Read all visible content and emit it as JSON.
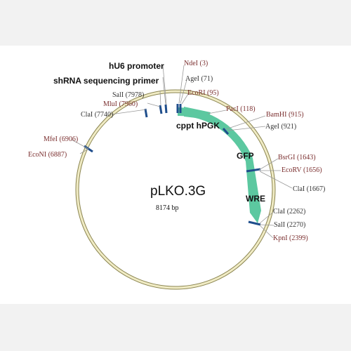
{
  "plasmid": {
    "name": "pLKO.3G",
    "size_label": "8174 bp"
  },
  "colors": {
    "backbone": "#e8e0a8",
    "feature": "#5cc8a0",
    "site_tick": "#1f4e8c",
    "site_text_named": "#7a2e2e",
    "leader": "#999999"
  },
  "features": [
    {
      "id": "hu6",
      "label": "hU6 promoter"
    },
    {
      "id": "shrna",
      "label": "shRNA sequencing primer"
    },
    {
      "id": "cppt",
      "label": "cppt hPGK"
    },
    {
      "id": "gfp",
      "label": "GFP"
    },
    {
      "id": "wre",
      "label": "WRE"
    }
  ],
  "sites": [
    {
      "id": "ndei",
      "label": "NdeI (3)",
      "style": "named"
    },
    {
      "id": "agei1",
      "label": "AgeI (71)",
      "style": "plain"
    },
    {
      "id": "ecori",
      "label": "EcoRI (95)",
      "style": "named"
    },
    {
      "id": "paci",
      "label": "PacI (118)",
      "style": "named"
    },
    {
      "id": "bamhi",
      "label": "BamHI (915)",
      "style": "named"
    },
    {
      "id": "agei2",
      "label": "AgeI (921)",
      "style": "plain"
    },
    {
      "id": "bsrgi",
      "label": "BsrGI (1643)",
      "style": "named"
    },
    {
      "id": "ecorv",
      "label": "EcoRV (1656)",
      "style": "named"
    },
    {
      "id": "clai1",
      "label": "ClaI (1667)",
      "style": "plain"
    },
    {
      "id": "clai2",
      "label": "ClaI (2262)",
      "style": "plain"
    },
    {
      "id": "sali2",
      "label": "SalI (2270)",
      "style": "plain"
    },
    {
      "id": "kpni",
      "label": "KpnI (2399)",
      "style": "named"
    },
    {
      "id": "mfei",
      "label": "MfeI (6906)",
      "style": "named"
    },
    {
      "id": "econi",
      "label": "EcoNI (6887)",
      "style": "named"
    },
    {
      "id": "clai3",
      "label": "ClaI (7740)",
      "style": "plain"
    },
    {
      "id": "mlui",
      "label": "MluI (7960)",
      "style": "named"
    },
    {
      "id": "sali1",
      "label": "SalI (7978)",
      "style": "plain"
    }
  ]
}
